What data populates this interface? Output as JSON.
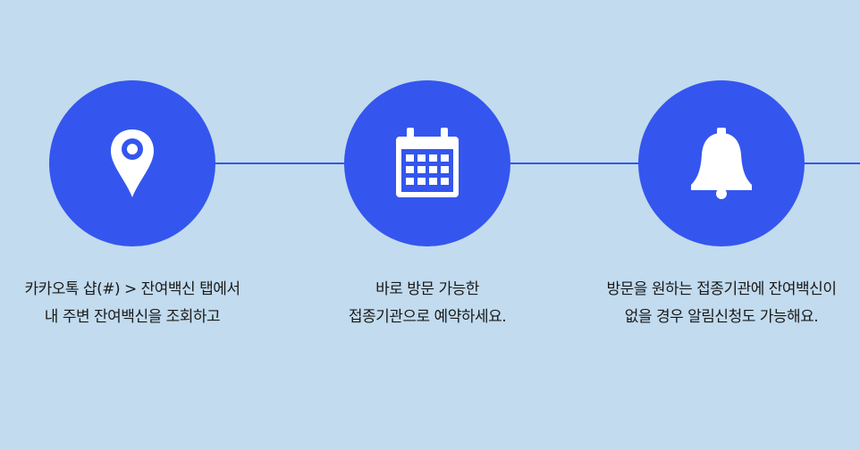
{
  "colors": {
    "background": "#c2dbee",
    "accent": "#3456ee",
    "icon": "#ffffff",
    "text": "#1a1a1a"
  },
  "steps": [
    {
      "icon": "map-pin-icon",
      "line1": "카카오톡 샵(#) > 잔여백신 탭에서",
      "line2": "내 주변 잔여백신을 조회하고"
    },
    {
      "icon": "calendar-icon",
      "line1": "바로 방문 가능한",
      "line2": "접종기관으로 예약하세요."
    },
    {
      "icon": "bell-icon",
      "line1": "방문을 원하는 접종기관에 잔여백신이",
      "line2": "없을 경우 알림신청도 가능해요."
    }
  ]
}
